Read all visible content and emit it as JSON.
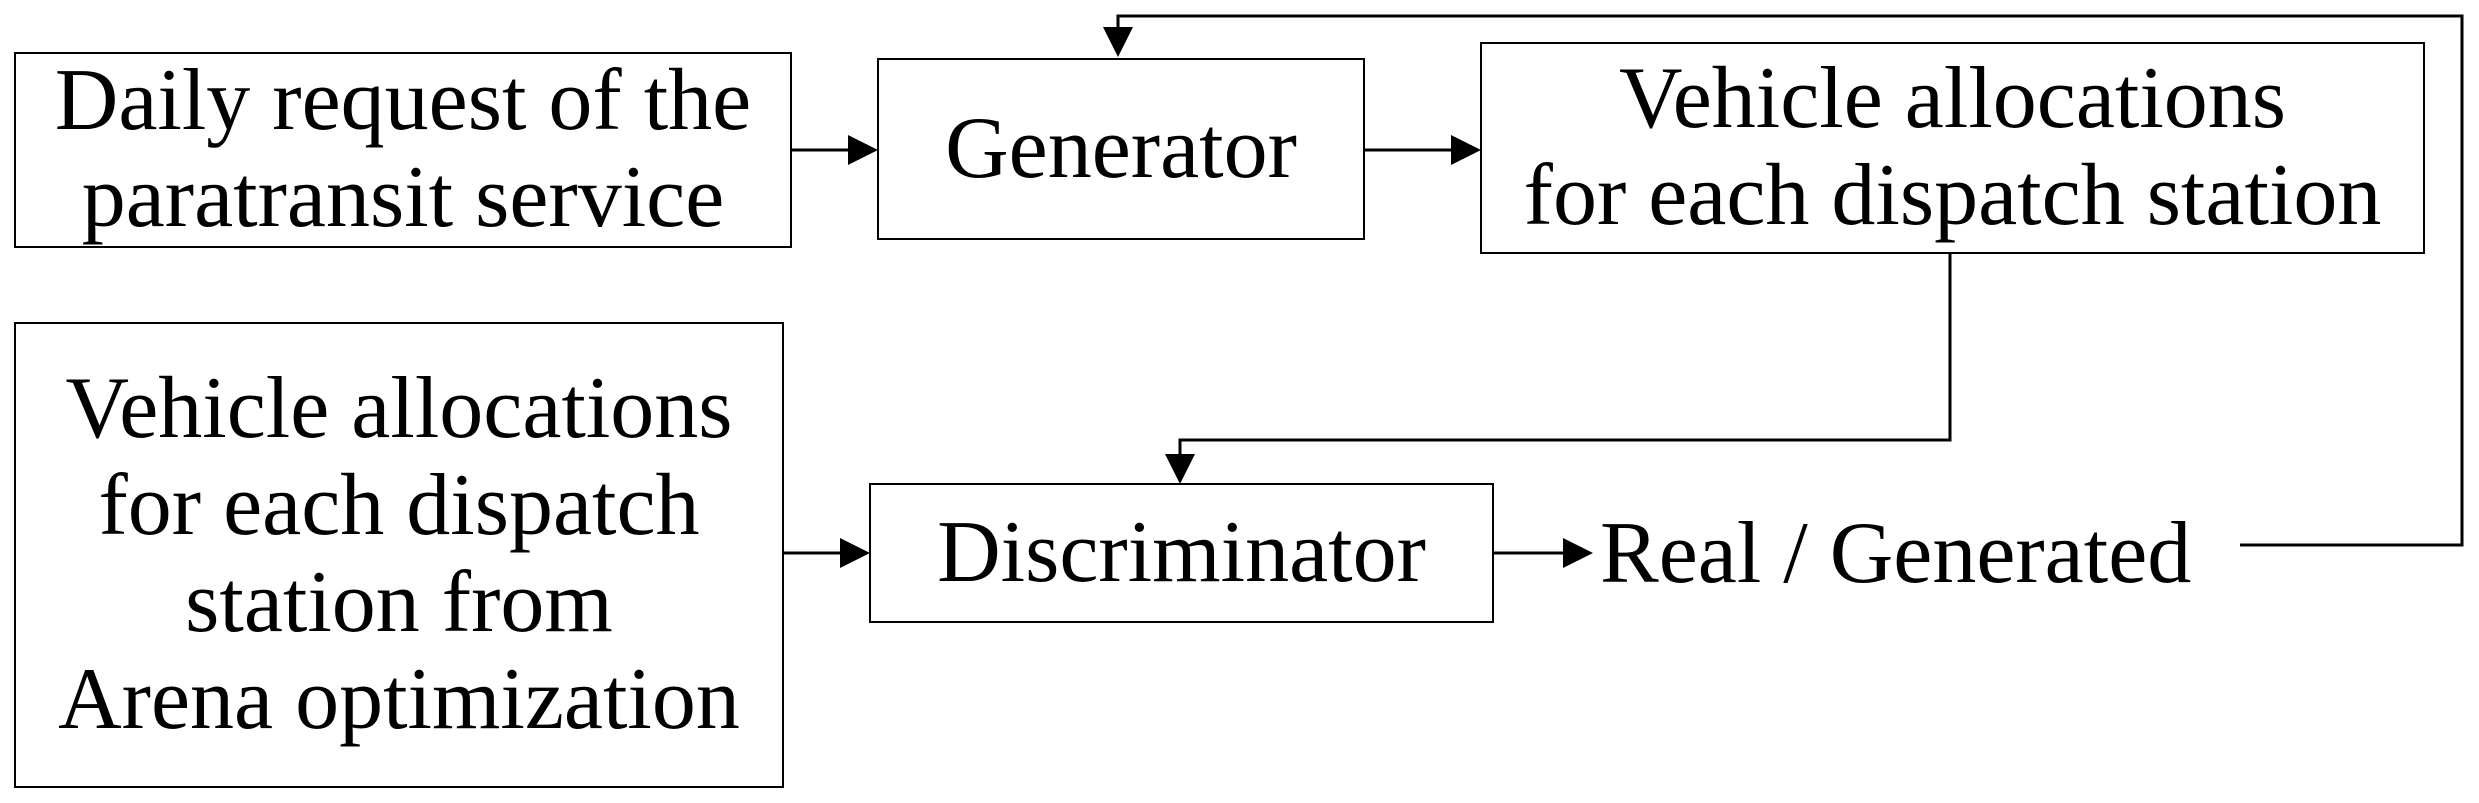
{
  "nodes": {
    "daily_request": {
      "lines": [
        "Daily request of the",
        "paratransit service"
      ]
    },
    "generator": {
      "lines": [
        "Generator"
      ]
    },
    "vehicle_alloc_generated": {
      "lines": [
        "Vehicle allocations",
        "for each dispatch station"
      ]
    },
    "vehicle_alloc_real": {
      "lines": [
        "Vehicle allocations",
        "for each dispatch",
        "station from",
        "Arena optimization"
      ]
    },
    "discriminator": {
      "lines": [
        "Discriminator"
      ]
    },
    "output_label": "Real / Generated"
  },
  "colors": {
    "stroke": "#000000",
    "background": "#ffffff"
  }
}
